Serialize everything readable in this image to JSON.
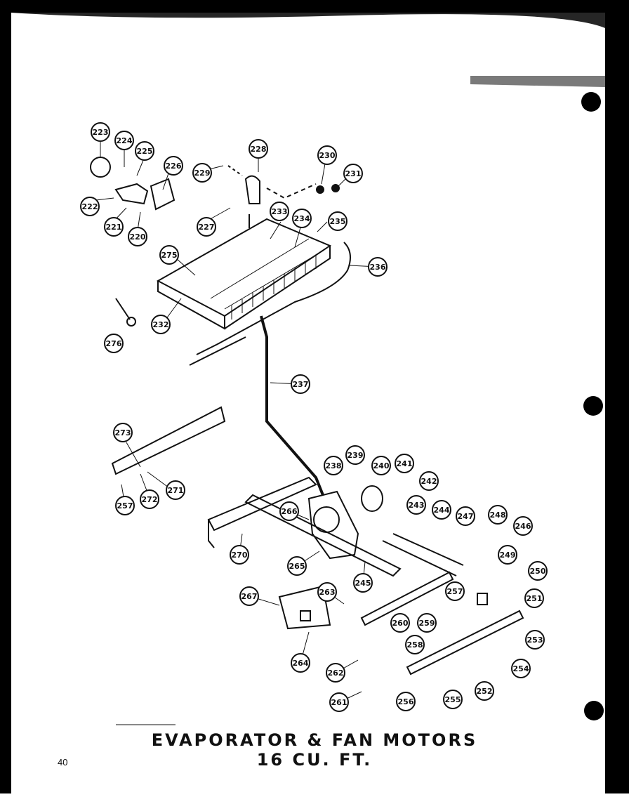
{
  "diagram": {
    "title": "EVAPORATOR & FAN MOTORS",
    "subtitle": "16 CU. FT.",
    "page_number": "40",
    "callouts": [
      "220",
      "221",
      "222",
      "223",
      "224",
      "225",
      "226",
      "227",
      "228",
      "229",
      "230",
      "231",
      "232",
      "233",
      "234",
      "235",
      "236",
      "237",
      "238",
      "239",
      "240",
      "241",
      "242",
      "243",
      "244",
      "245",
      "246",
      "247",
      "248",
      "249",
      "250",
      "251",
      "252",
      "253",
      "254",
      "255",
      "256",
      "257",
      "257",
      "258",
      "259",
      "260",
      "261",
      "262",
      "263",
      "264",
      "265",
      "266",
      "267",
      "270",
      "271",
      "272",
      "273",
      "275",
      "276"
    ]
  },
  "colors": {
    "ink": "#111111",
    "paper": "#ffffff",
    "frame": "#000000"
  }
}
